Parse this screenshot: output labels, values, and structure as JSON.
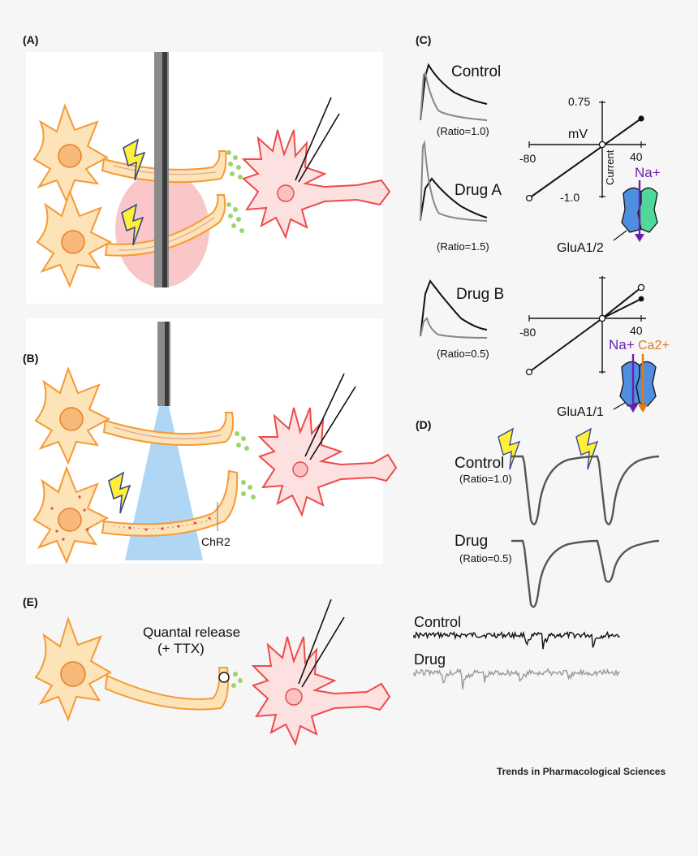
{
  "panels": {
    "a": "(A)",
    "b": "(B)",
    "c": "(C)",
    "d": "(D)",
    "e": "(E)"
  },
  "panel_b": {
    "chr2_label": "ChR2"
  },
  "panel_c": {
    "control_label": "Control",
    "control_ratio": "(Ratio=1.0)",
    "drug_a_label": "Drug  A",
    "drug_a_ratio": "(Ratio=1.5)",
    "drug_b_label": "Drug  B",
    "drug_b_ratio": "(Ratio=0.5)",
    "iv_top": {
      "y_max": "0.75",
      "y_min": "-1.0",
      "x_min": "-80",
      "x_max": "40",
      "x_unit": "mV",
      "y_unit": "Current"
    },
    "iv_bottom": {
      "x_min": "-80",
      "x_max": "40"
    },
    "na_ion": "Na+",
    "na_ion2": "Na+",
    "ca_ion": "Ca2+",
    "receptor_top": "GluA1/2",
    "receptor_bottom": "GluA1/1",
    "colors": {
      "na": "#6a1fb0",
      "ca": "#e07b14",
      "subunit_a": "#4f8fe0",
      "subunit_b": "#4fd89a"
    }
  },
  "panel_d": {
    "control_label": "Control",
    "control_ratio": "(Ratio=1.0)",
    "drug_label": "Drug",
    "drug_ratio": "(Ratio=0.5)"
  },
  "panel_e": {
    "quantal_line1": "Quantal release",
    "quantal_line2": "(+ TTX)",
    "trace_control": "Control",
    "trace_drug": "Drug"
  },
  "footer": {
    "journal": "Trends in Pharmacological Sciences"
  }
}
